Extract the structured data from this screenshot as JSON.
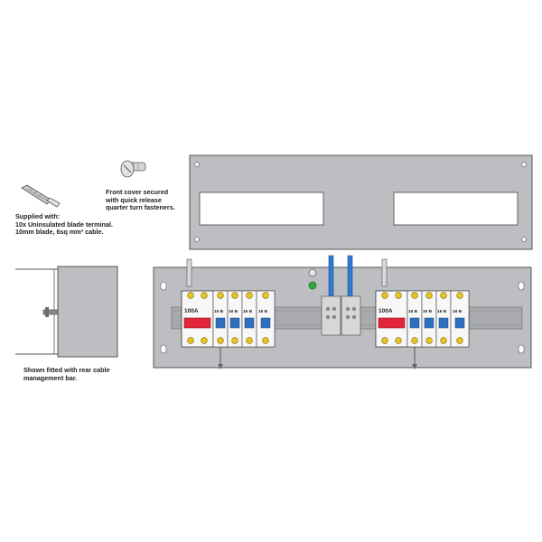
{
  "captions": {
    "supplied": [
      "Supplied with:",
      "10x Uninsulated blade terminal.",
      "10mm blade, 6sq mm² cable."
    ],
    "cover": [
      "Front cover secured",
      "with quick release",
      "quarter turn fasteners."
    ],
    "rear": [
      "Shown fitted with rear cable",
      "management bar."
    ]
  },
  "left_board": {
    "main_switch": "100A",
    "mcb_ratings": [
      "16 B",
      "16 B",
      "16 B",
      "16 B"
    ]
  },
  "right_board": {
    "main_switch": "100A",
    "mcb_ratings": [
      "16 B",
      "16 B",
      "16 B",
      "16 B"
    ]
  },
  "colors": {
    "panel": "#bdbec2",
    "panel_dark": "#a9aaae",
    "switch_red": "#e3263a",
    "mcb_blue": "#2f6fc0",
    "terminal_yellow": "#e6c51e",
    "indicator_green": "#2fa83a",
    "cable_blue": "#2f7ad0"
  }
}
